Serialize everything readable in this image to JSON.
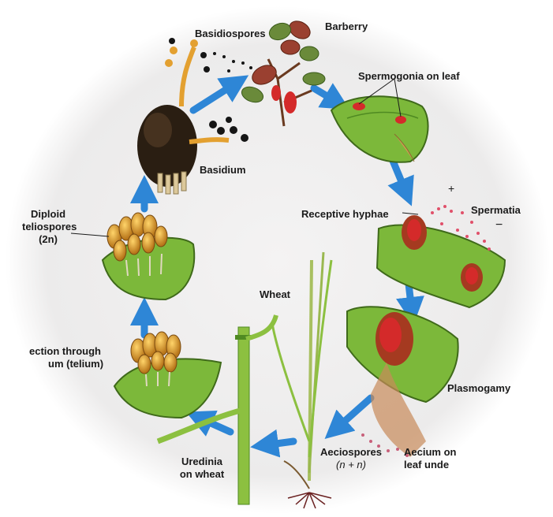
{
  "labels": {
    "basidiospores": "Basidiospores",
    "barberry": "Barberry",
    "spermogonia": "Spermogonia on leaf",
    "basidium": "Basidium",
    "receptive_hyphae": "Receptive hyphae",
    "spermatia": "Spermatia",
    "diploid_l1": "Diploid",
    "diploid_l2": "teliospores",
    "diploid_l3": "(2n)",
    "wheat": "Wheat",
    "section_l1": "ection through",
    "section_l2": "um (telium)",
    "plasmogamy": "Plasmogamy",
    "uredinia_l1": "Uredinia",
    "uredinia_l2": "on wheat",
    "aeciospores_l1": "Aeciospores",
    "aeciospores_l2": "(n + n)",
    "aecium_l1": "Aecium on",
    "aecium_l2": "leaf unde"
  },
  "colors": {
    "background_disc": "#efeeee",
    "arrow": "#2e86d6",
    "leaf_green": "#7cb83a",
    "leaf_dark": "#4f8a22",
    "lesion_red": "#d42a2a",
    "spore_brown": "#c98a22",
    "stem_green": "#8cc040"
  },
  "icons": [
    "barberry-plant-icon",
    "basidium-cluster-icon",
    "spermogonia-leaf-icon",
    "receptive-hyphae-leaf-icon",
    "aecium-leaf-icon",
    "wheat-plant-icon",
    "telium-section-icon",
    "uredinia-section-icon",
    "cycle-arrow-icon"
  ]
}
